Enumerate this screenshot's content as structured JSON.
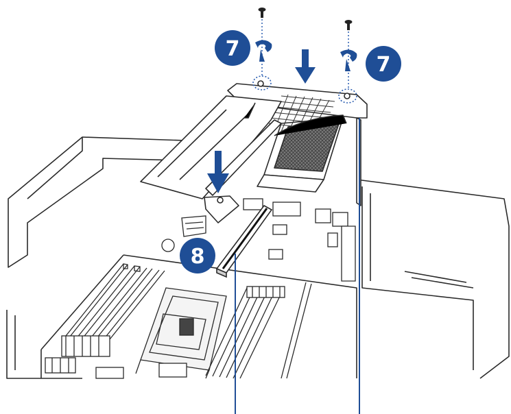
{
  "steps": [
    {
      "label": "7"
    },
    {
      "label": "7"
    },
    {
      "label": "8"
    }
  ],
  "colors": {
    "line": "#2a2a2a",
    "accent": "#1f4e96",
    "dotted": "#2a5db0",
    "mesh": "#555555",
    "background": "#ffffff"
  },
  "icons": [
    "screw-icon",
    "screwdriver-rotate-icon",
    "down-arrow-icon"
  ]
}
